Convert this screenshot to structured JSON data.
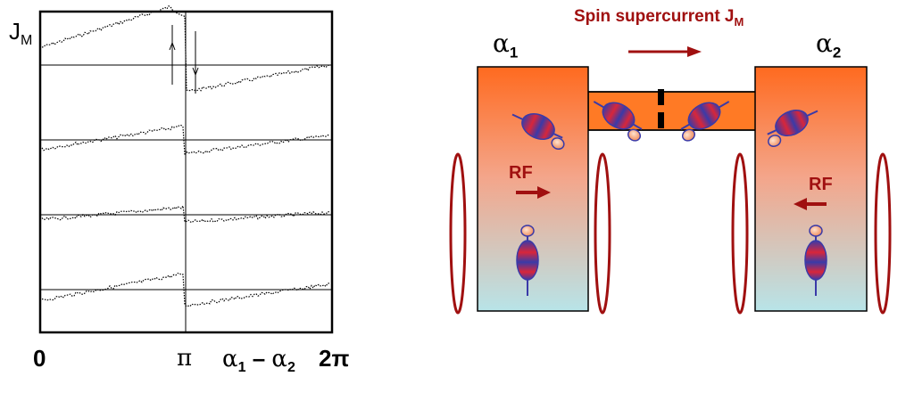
{
  "left_plot": {
    "ylabel": "J",
    "ylabel_sub": "M",
    "x_tick_zero": "0",
    "x_tick_pi": "π",
    "x_tick_2pi": "2π",
    "xlabel_a": "α",
    "xlabel_a_sub": "1",
    "xlabel_minus": " – ",
    "xlabel_b": "α",
    "xlabel_b_sub": "2",
    "traces": 4
  },
  "right_diagram": {
    "title": "Spin supercurrent J",
    "title_sub": "M",
    "left_label": "α",
    "left_label_sub": "1",
    "right_label": "α",
    "right_label_sub": "2",
    "rf_left": "RF",
    "rf_right": "RF"
  },
  "colors": {
    "accent_red": "#a01010",
    "orange_top": "#ff6a1f",
    "cyan_bottom": "#b8e4e8",
    "spin_blue": "#3a3aa8",
    "spin_red": "#d8263a"
  }
}
